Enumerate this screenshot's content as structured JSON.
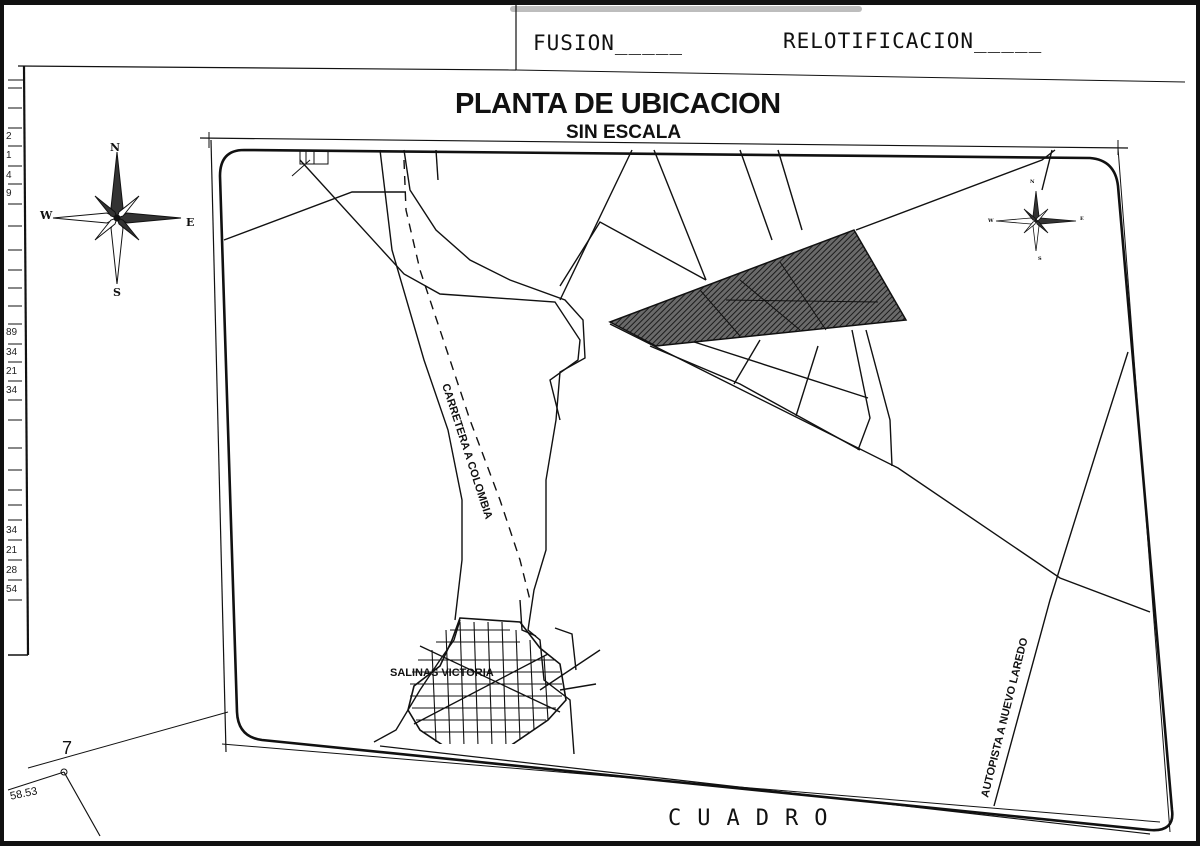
{
  "header": {
    "fusion_label": "FUSION_____",
    "relotificacion_label": "RELOTIFICACION_____"
  },
  "map": {
    "title": "PLANTA DE UBICACION",
    "subtitle": "SIN ESCALA",
    "compass_main": {
      "n": "N",
      "s": "S",
      "e": "E",
      "w": "W"
    },
    "compass_small": {
      "n": "N",
      "s": "S",
      "e": "E",
      "w": "W"
    },
    "road_colombia": "CARRETERA A COLOMBIA",
    "road_autopista": "AUTOPISTA A NUEVO LAREDO",
    "town": "SALINAS VICTORIA"
  },
  "margin_numbers": [
    "2",
    "1",
    "4",
    "9",
    "89",
    "34",
    "21",
    "34",
    "34",
    "21",
    "28",
    "54"
  ],
  "sheet": {
    "number": "7",
    "distance": "58.53",
    "footer_text": "CUADRO"
  },
  "colors": {
    "line": "#111111",
    "highlight_parcel": "#444444",
    "paper": "#ffffff"
  }
}
